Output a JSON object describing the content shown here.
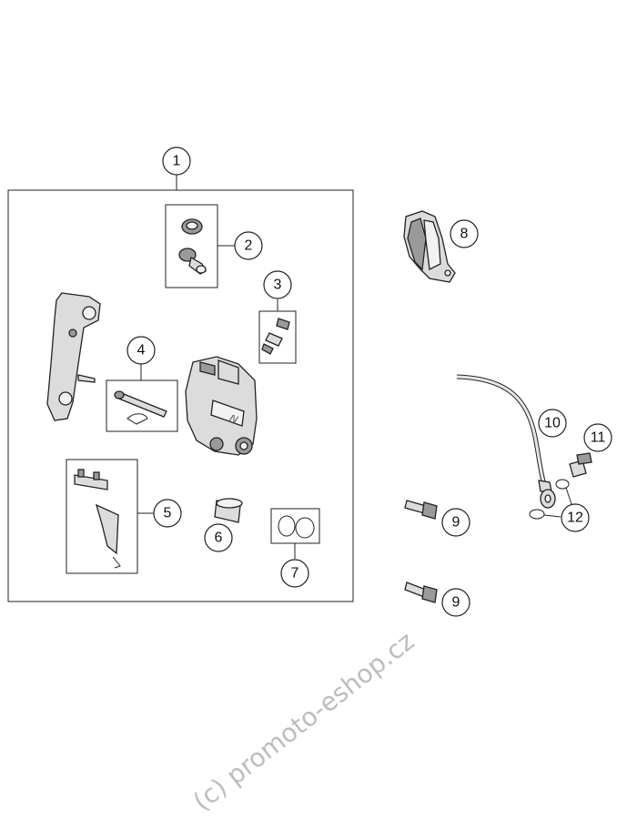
{
  "callouts": [
    {
      "id": "c1",
      "label": "1"
    },
    {
      "id": "c2",
      "label": "2"
    },
    {
      "id": "c3",
      "label": "3"
    },
    {
      "id": "c4",
      "label": "4"
    },
    {
      "id": "c5",
      "label": "5"
    },
    {
      "id": "c6",
      "label": "6"
    },
    {
      "id": "c7",
      "label": "7"
    },
    {
      "id": "c8",
      "label": "8"
    },
    {
      "id": "c9a",
      "label": "9"
    },
    {
      "id": "c9b",
      "label": "9"
    },
    {
      "id": "c10",
      "label": "10"
    },
    {
      "id": "c11",
      "label": "11"
    },
    {
      "id": "c12",
      "label": "12"
    }
  ],
  "watermark": "(c) promoto-eshop.cz"
}
